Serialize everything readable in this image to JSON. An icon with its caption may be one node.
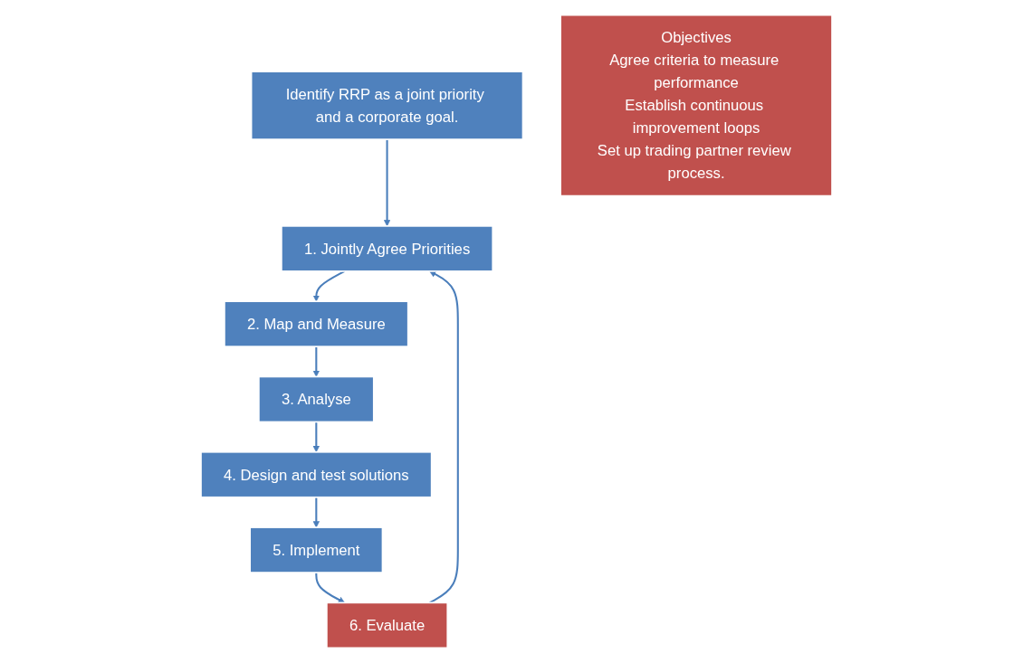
{
  "diagram": {
    "nodes": [
      {
        "text": [
          "Identify RRP as a joint priority and a corporate goal."
        ]
      },
      {
        "text": [
          "1. Jointly Agree Priorities"
        ]
      },
      {
        "text": [
          "2. Map and Measure"
        ]
      },
      {
        "text": [
          "3. Analyse"
        ]
      },
      {
        "text": [
          "4. Design and test solutions"
        ]
      },
      {
        "text": [
          "5. Implement"
        ]
      },
      {
        "text": [
          "6. Evaluate"
        ]
      },
      {
        "text": [
          "Objectives",
          "Agree criteria to measure performance",
          "Establish continuous improvement loops",
          "Set up trading partner review process."
        ]
      }
    ],
    "edges": [
      {
        "from": 0,
        "to": 1,
        "arrow": "to"
      },
      {
        "from": 1,
        "to": 2,
        "arrow": "to"
      },
      {
        "from": 2,
        "to": 3,
        "arrow": "to"
      },
      {
        "from": 3,
        "to": 4,
        "arrow": "to"
      },
      {
        "from": 4,
        "to": 5,
        "arrow": "to"
      },
      {
        "from": 5,
        "to": 6,
        "arrow": "to"
      },
      {
        "from": 6,
        "to": 1,
        "arrow": "to"
      }
    ]
  }
}
